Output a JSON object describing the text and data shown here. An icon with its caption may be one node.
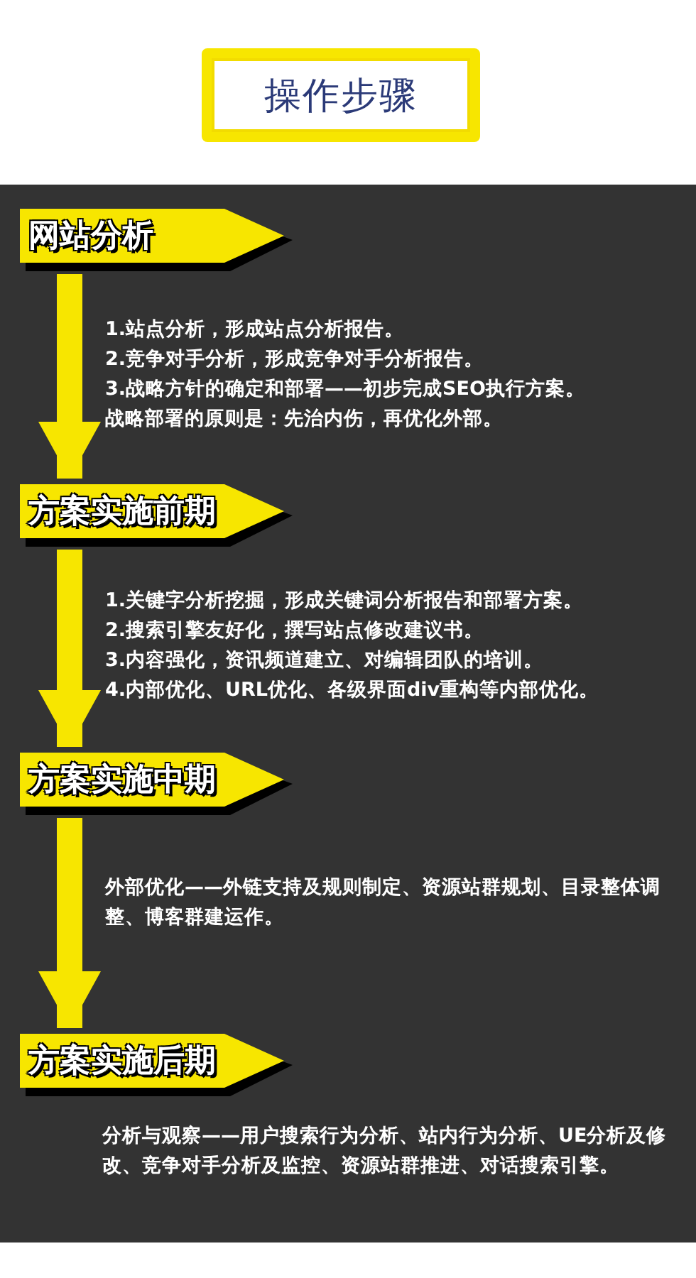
{
  "diagram": {
    "title": "操作步骤",
    "nodes": [
      {
        "text": [
          "网站分析"
        ],
        "beside": [
          "1.站点分析，形成站点分析报告。",
          "2.竞争对手分析，形成竞争对手分析报告。",
          "3.战略方针的确定和部署——初步完成SEO执行方案。",
          "战略部署的原则是：先治内伤，再优化外部。"
        ]
      },
      {
        "text": [
          "方案实施前期"
        ],
        "beside": [
          "1.关键字分析挖掘，形成关键词分析报告和部署方案。",
          "2.搜索引擎友好化，撰写站点修改建议书。",
          "3.内容强化，资讯频道建立、对编辑团队的培训。",
          "4.内部优化、URL优化、各级界面div重构等内部优化。"
        ]
      },
      {
        "text": [
          "方案实施中期"
        ],
        "beside": [
          "外部优化——外链支持及规则制定、资源站群规划、目录整体调整、博客群建运作。"
        ]
      },
      {
        "text": [
          "方案实施后期"
        ],
        "beside": [
          "分析与观察——用户搜索行为分析、站内行为分析、UE分析及修改、竞争对手分析及监控、资源站群推进、对话搜索引擎。"
        ]
      }
    ],
    "edges": [
      {
        "from": 0,
        "to": 1,
        "arrow": "to"
      },
      {
        "from": 1,
        "to": 2,
        "arrow": "to"
      },
      {
        "from": 2,
        "to": 3,
        "arrow": "to"
      }
    ]
  }
}
